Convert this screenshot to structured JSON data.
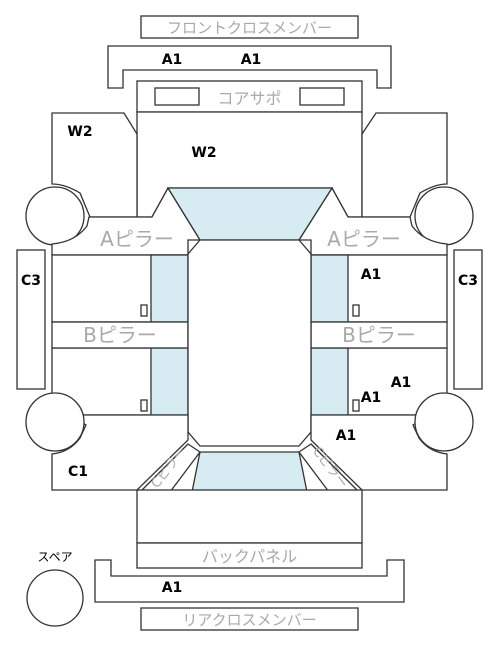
{
  "labels": {
    "front_cross_member": "フロントクロスメンバー",
    "core_support": "コアサポ",
    "a_pillar_left": "Aピラー",
    "a_pillar_right": "Aピラー",
    "b_pillar_left": "Bピラー",
    "b_pillar_right": "Bピラー",
    "c_pillar_left": "Cピラー",
    "c_pillar_right": "Cピラー",
    "back_panel": "バックパネル",
    "rear_cross_member": "リアクロスメンバー",
    "spare": "スペア"
  },
  "grades": {
    "front_cross_left": "A1",
    "front_cross_right": "A1",
    "front_fender_left": "W2",
    "core_support_area": "W2",
    "right_front_door": "A1",
    "right_rear_door_a": "A1",
    "right_rear_door_b": "A1",
    "right_rear_quarter": "A1",
    "left_rocker": "C3",
    "right_rocker": "C3",
    "left_rear_quarter": "C1",
    "rear_cross": "A1"
  },
  "colors": {
    "glass": "#d6ebf2",
    "line": "#333333",
    "ghost_text": "#a9a9a9"
  }
}
